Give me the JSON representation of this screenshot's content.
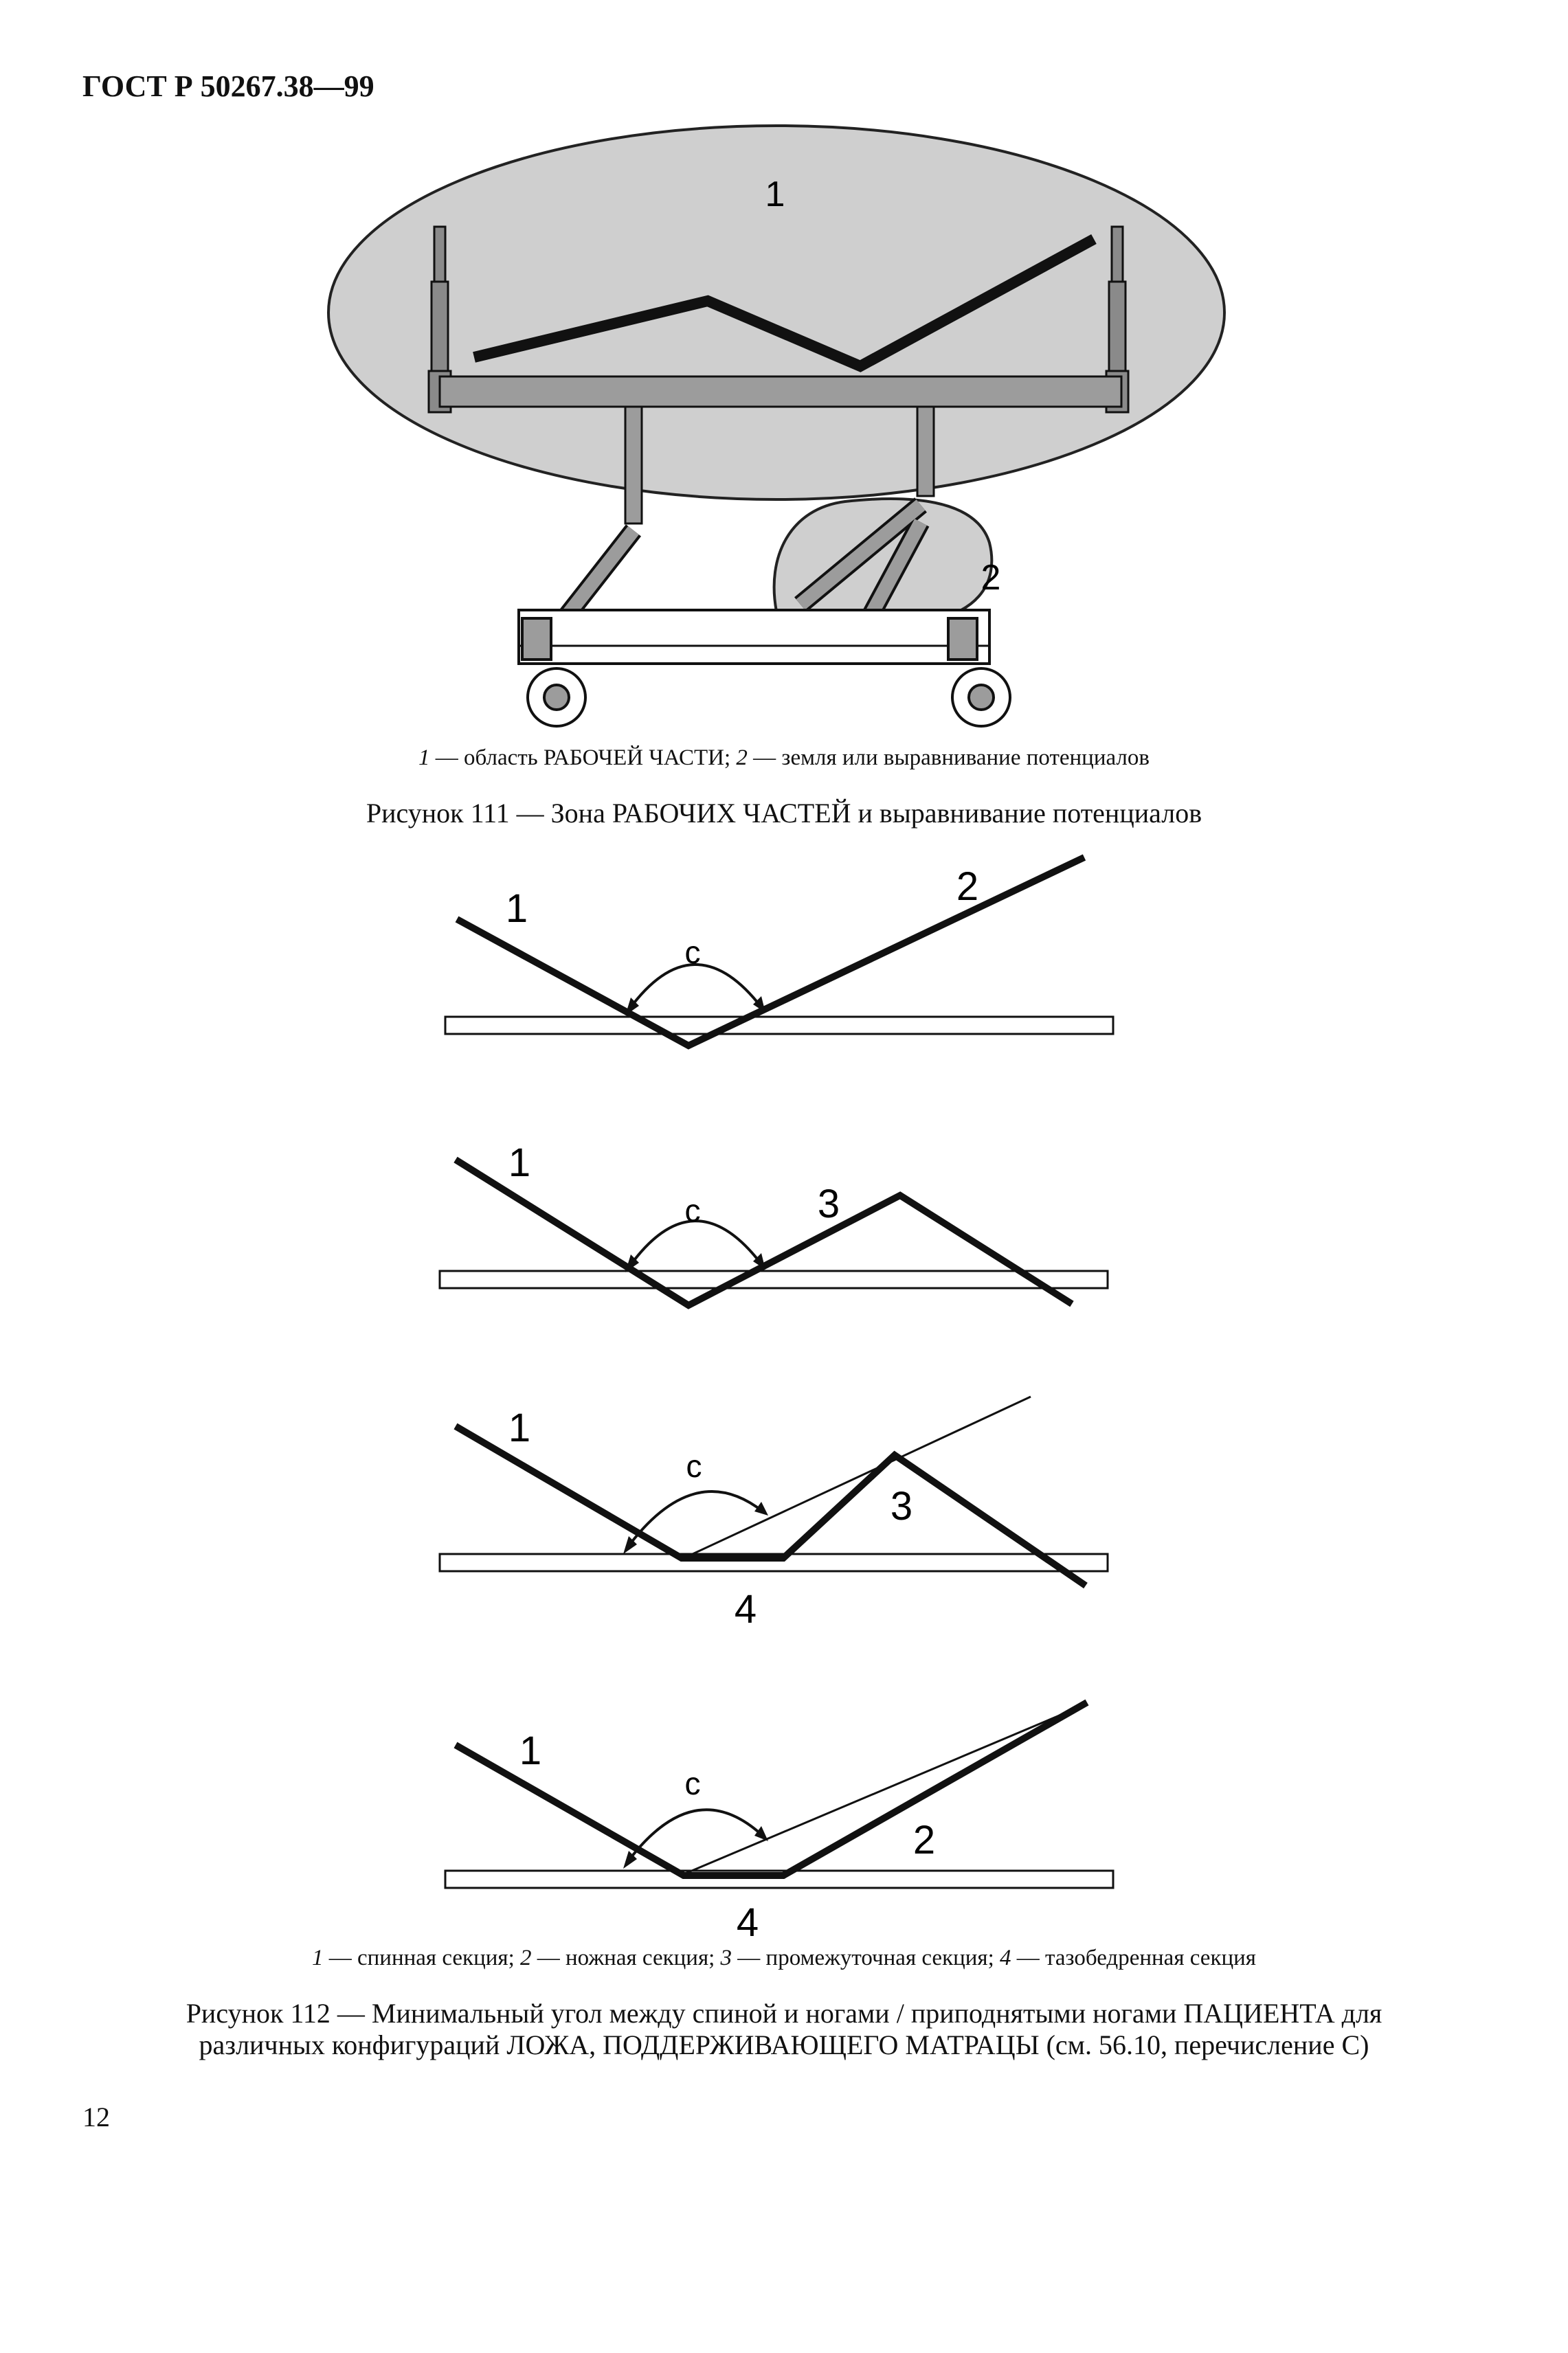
{
  "header": "ГОСТ Р 50267.38—99",
  "figure111": {
    "label_area": "1",
    "label_ground": "2",
    "legend": {
      "n1": "1",
      "t1": " — область РАБОЧЕЙ ЧАСТИ; ",
      "n2": "2",
      "t2": " — земля или выравнивание потенциалов"
    },
    "caption": "Рисунок 111 — Зона РАБОЧИХ ЧАСТЕЙ и выравнивание потенциалов"
  },
  "figure112": {
    "angle_label": "c",
    "diagram1": {
      "labels": [
        "1",
        "2"
      ]
    },
    "diagram2": {
      "labels": [
        "1",
        "3"
      ]
    },
    "diagram3": {
      "labels": [
        "1",
        "3",
        "4"
      ]
    },
    "diagram4": {
      "labels": [
        "1",
        "2",
        "4"
      ]
    },
    "legend": {
      "n1": "1",
      "t1": " — спинная секция; ",
      "n2": "2",
      "t2": " — ножная секция; ",
      "n3": "3",
      "t3": " — промежуточная секция; ",
      "n4": "4",
      "t4": " — тазобедренная секция"
    },
    "caption_line1": "Рисунок 112 — Минимальный угол между спиной и ногами / приподнятыми ногами ПАЦИЕНТА для",
    "caption_line2": "различных конфигураций ЛОЖА, ПОДДЕРЖИВАЮЩЕГО МАТРАЦЫ (см. 56.10, перечисление С)"
  },
  "page_number": "12"
}
